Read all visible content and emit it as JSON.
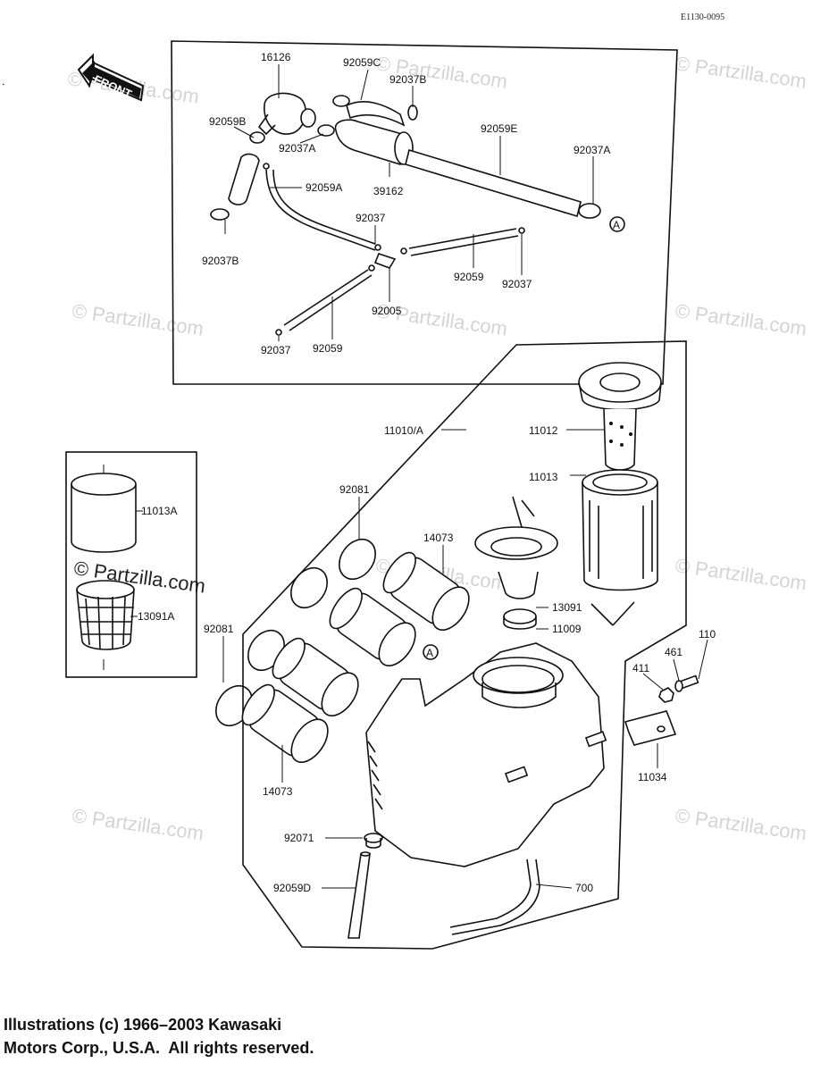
{
  "diagram_code": "E1130-0095",
  "front_label": "FRONT",
  "watermark": "© Partzilla.com",
  "callout_letter": "A",
  "parts": {
    "p16126": "16126",
    "p92059C": "92059C",
    "p92037B_top": "92037B",
    "p92059B": "92059B",
    "p92037A_l": "92037A",
    "p92059E": "92059E",
    "p92037A_r": "92037A",
    "p92059A": "92059A",
    "p39162": "39162",
    "p92037_a": "92037",
    "p92037B_bot": "92037B",
    "p92059_r": "92059",
    "p92037_b": "92037",
    "p92005": "92005",
    "p92037_c": "92037",
    "p92059_l": "92059",
    "p11010A": "11010/A",
    "p11012": "11012",
    "p11013": "11013",
    "p92081_top": "92081",
    "p14073_top": "14073",
    "p11013A": "11013A",
    "p13091A": "13091A",
    "p13091": "13091",
    "p11009": "11009",
    "p92081_l": "92081",
    "p110": "110",
    "p461": "461",
    "p411": "411",
    "p14073_bot": "14073",
    "p11034": "11034",
    "p92071": "92071",
    "p92059D": "92059D",
    "p700": "700"
  },
  "copyright": {
    "line1": "Illustrations (c) 1966–2003 Kawasaki",
    "line2": "Motors Corp., U.S.A.  All rights reserved."
  }
}
